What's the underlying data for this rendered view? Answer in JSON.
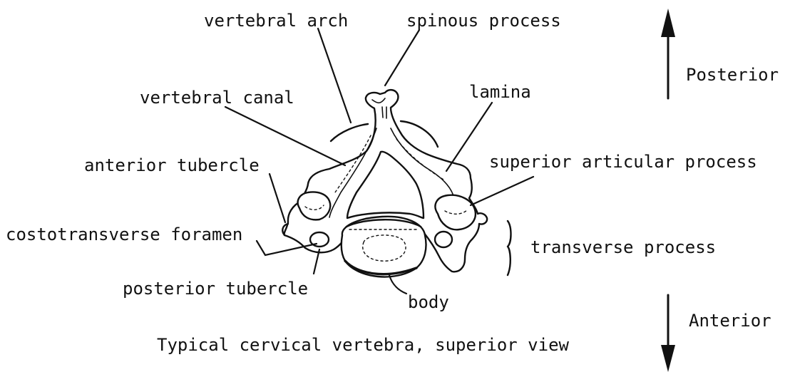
{
  "labels": {
    "vertebral_arch": "vertebral arch",
    "spinous_process": "spinous process",
    "vertebral_canal": "vertebral canal",
    "lamina": "lamina",
    "anterior_tubercle": "anterior tubercle",
    "superior_articular_process": "superior articular process",
    "costotransverse_foramen": "costotransverse foramen",
    "transverse_process": "transverse process",
    "posterior_tubercle": "posterior tubercle",
    "body": "body"
  },
  "orientation": {
    "posterior": "Posterior",
    "anterior": "Anterior"
  },
  "caption": "Typical cervical vertebra, superior view"
}
